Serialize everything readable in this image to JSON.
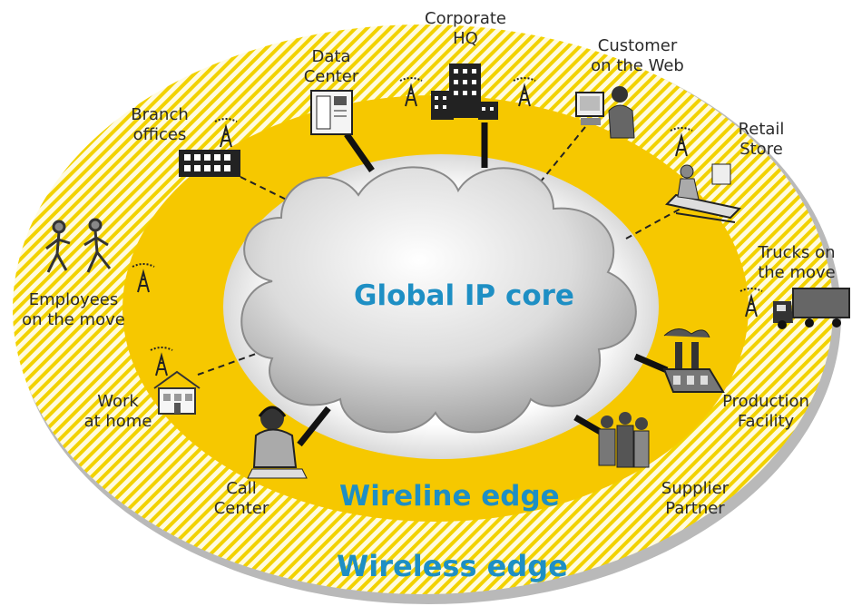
{
  "diagram": {
    "core_label": "Global IP core",
    "wireline_label": "Wireline edge",
    "wireless_label": "Wireless edge"
  },
  "nodes": {
    "corporate_hq": "Corporate\nHQ",
    "data_center": "Data\nCenter",
    "customer_web": "Customer\non the Web",
    "branch_offices": "Branch\noffices",
    "retail_store": "Retail\nStore",
    "employees": "Employees\non the move",
    "trucks": "Trucks on\nthe move",
    "work_home": "Work\nat home",
    "production": "Production\nFacility",
    "call_center": "Call\nCenter",
    "supplier": "Supplier\nPartner"
  },
  "colors": {
    "ring_yellow": "#f6c800",
    "hatch_yellow": "#f2d200",
    "label_blue": "#1e8fc4",
    "cloud_gray": "#c8c8c8"
  },
  "icons": [
    "building-icon",
    "server-icon",
    "computer-user-icon",
    "office-building-icon",
    "store-counter-icon",
    "walking-people-icon",
    "truck-icon",
    "house-icon",
    "factory-icon",
    "call-agent-icon",
    "group-people-icon",
    "antenna-icon"
  ]
}
